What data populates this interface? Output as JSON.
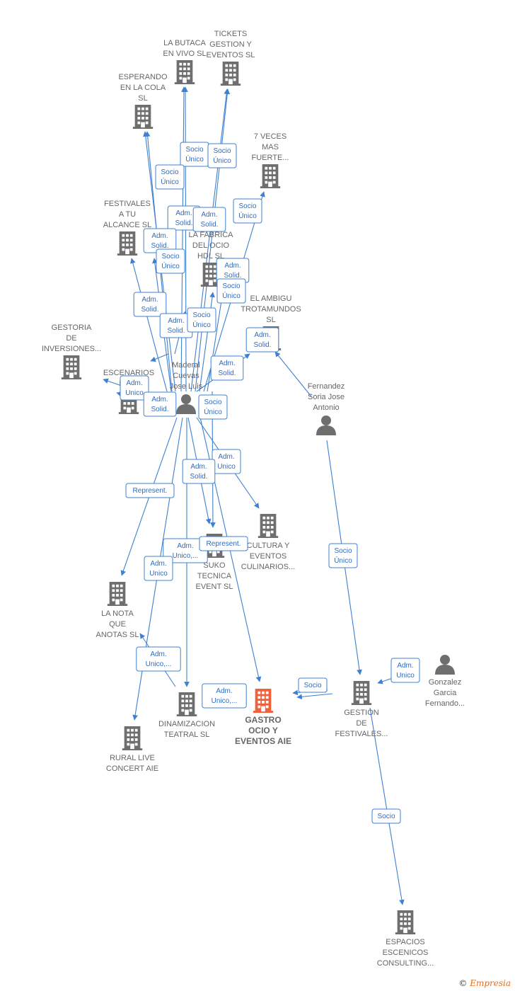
{
  "colors": {
    "edge": "#3f80d0",
    "building": "#6e6e6e",
    "building_main": "#f0603a",
    "person": "#6e6e6e",
    "label": "#666666"
  },
  "nodes": [
    {
      "id": "butaca",
      "kind": "company",
      "lines": [
        "LA BUTACA",
        "EN VIVO  SL"
      ]
    },
    {
      "id": "tickets",
      "kind": "company",
      "lines": [
        "TICKETS",
        "GESTION Y",
        "EVENTOS  SL"
      ]
    },
    {
      "id": "esperando",
      "kind": "company",
      "lines": [
        "ESPERANDO",
        "EN LA COLA",
        "SL"
      ]
    },
    {
      "id": "veces",
      "kind": "company",
      "lines": [
        "7 VECES",
        "MAS",
        "FUERTE..."
      ]
    },
    {
      "id": "festivales",
      "kind": "company",
      "lines": [
        "FESTIVALES",
        "A TU",
        "ALCANCE  SL"
      ]
    },
    {
      "id": "fabrica",
      "kind": "company",
      "lines": [
        "LA FABRICA",
        "DEL OCIO",
        "HDL  SL"
      ]
    },
    {
      "id": "ambigu",
      "kind": "company",
      "lines": [
        "EL AMBIGU",
        "TROTAMUNDOS",
        "SL"
      ]
    },
    {
      "id": "gestoria",
      "kind": "company",
      "lines": [
        "GESTORIA",
        "DE",
        "INVERSIONES..."
      ]
    },
    {
      "id": "escenarios",
      "kind": "company",
      "lines": [
        "ESCENARIOS",
        "EN ..."
      ]
    },
    {
      "id": "maderal",
      "kind": "person",
      "lines": [
        "Maderal",
        "Cuevas",
        "Jose Luis"
      ]
    },
    {
      "id": "fernandez",
      "kind": "person",
      "lines": [
        "Fernandez",
        "Soria Jose",
        "Antonio"
      ]
    },
    {
      "id": "cultura",
      "kind": "company",
      "lines": [
        "CULTURA Y",
        "EVENTOS",
        "CULINARIOS..."
      ]
    },
    {
      "id": "suko",
      "kind": "company",
      "lines": [
        "SUKO",
        "TECNICA",
        "EVENT  SL"
      ]
    },
    {
      "id": "nota",
      "kind": "company",
      "lines": [
        "LA NOTA",
        "QUE",
        "ANOTAS  SL"
      ]
    },
    {
      "id": "gonzalez",
      "kind": "person",
      "lines": [
        "Gonzalez",
        "Garcia",
        "Fernando..."
      ]
    },
    {
      "id": "gestion",
      "kind": "company",
      "lines": [
        "GESTION",
        "DE",
        "FESTIVALES..."
      ]
    },
    {
      "id": "dinamizacion",
      "kind": "company",
      "lines": [
        "DINAMIZACION",
        "TEATRAL  SL"
      ]
    },
    {
      "id": "gastro",
      "kind": "company",
      "main": true,
      "lines": [
        "GASTRO",
        "OCIO Y",
        "EVENTOS AIE"
      ]
    },
    {
      "id": "rural",
      "kind": "company",
      "lines": [
        "RURAL LIVE",
        "CONCERT AIE"
      ]
    },
    {
      "id": "espacios",
      "kind": "company",
      "lines": [
        "ESPACIOS",
        "ESCENICOS",
        "CONSULTING..."
      ]
    }
  ],
  "edges": [
    {
      "from": "maderal",
      "to": "butaca",
      "label": [
        "Socio",
        "Único"
      ]
    },
    {
      "from": "maderal",
      "to": "butaca",
      "label": [
        "Adm.",
        "Solid."
      ]
    },
    {
      "from": "maderal",
      "to": "tickets",
      "label": [
        "Socio",
        "Único"
      ]
    },
    {
      "from": "maderal",
      "to": "tickets",
      "label": [
        "Adm.",
        "Solid."
      ]
    },
    {
      "from": "maderal",
      "to": "esperando",
      "label": [
        "Socio",
        "Único"
      ]
    },
    {
      "from": "maderal",
      "to": "esperando",
      "label": [
        "Adm.",
        "Solid."
      ]
    },
    {
      "from": "maderal",
      "to": "veces",
      "label": [
        "Socio",
        "Único"
      ]
    },
    {
      "from": "maderal",
      "to": "festivales",
      "label": [
        "Adm.",
        "Solid."
      ]
    },
    {
      "from": "maderal",
      "to": "festivales",
      "label": [
        "Socio",
        "Único"
      ]
    },
    {
      "from": "maderal",
      "to": "fabrica",
      "label": [
        "Adm.",
        "Solid."
      ]
    },
    {
      "from": "maderal",
      "to": "fabrica",
      "label": [
        "Socio",
        "Único"
      ]
    },
    {
      "from": "maderal",
      "to": "ambigu",
      "label": [
        "Adm.",
        "Solid."
      ]
    },
    {
      "from": "maderal",
      "to": "gestoria",
      "label": [
        "Adm.",
        "Solid."
      ]
    },
    {
      "from": "maderal",
      "to": "gestoria",
      "label": [
        "Socio",
        "Único"
      ]
    },
    {
      "from": "maderal",
      "to": "escenarios",
      "label": [
        "Adm.",
        "Unico"
      ]
    },
    {
      "from": "maderal",
      "to": "escenarios",
      "label": [
        "Adm.",
        "Solid."
      ]
    },
    {
      "from": "fernandez",
      "to": "ambigu",
      "label": [
        "Adm.",
        "Solid."
      ]
    },
    {
      "from": "maderal",
      "to": "suko",
      "label": [
        "Socio",
        "Único"
      ]
    },
    {
      "from": "maderal",
      "to": "cultura",
      "label": [
        "Adm.",
        "Unico"
      ]
    },
    {
      "from": "maderal",
      "to": "suko",
      "label": [
        "Adm.",
        "Solid."
      ]
    },
    {
      "from": "maderal",
      "to": "nota",
      "label": [
        "Represent."
      ]
    },
    {
      "from": "maderal",
      "to": "dinamizacion",
      "label": [
        "Adm.",
        "Unico,..."
      ]
    },
    {
      "from": "maderal",
      "to": "gastro",
      "label": [
        "Represent."
      ]
    },
    {
      "from": "maderal",
      "to": "rural",
      "label": [
        "Adm.",
        "Unico"
      ]
    },
    {
      "from": "dinamizacion",
      "to": "nota",
      "label": [
        "Adm.",
        "Unico,..."
      ]
    },
    {
      "from": "fernandez",
      "to": "gestion",
      "label": [
        "Socio",
        "Único"
      ]
    },
    {
      "from": "gestion",
      "to": "gastro",
      "label": [
        "Socio"
      ]
    },
    {
      "from": "gonzalez",
      "to": "gestion",
      "label": [
        "Adm.",
        "Unico"
      ]
    },
    {
      "from": "gestion",
      "to": "espacios",
      "label": [
        "Socio"
      ]
    },
    {
      "from": "gestion",
      "to": "gastro",
      "label": [
        "Adm.",
        "Unico,..."
      ]
    }
  ],
  "footer": {
    "copyright": "©",
    "brand": "Empresia"
  }
}
